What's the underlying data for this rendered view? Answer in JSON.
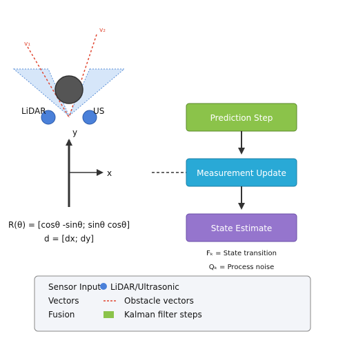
{
  "robot": {
    "lidar_label": "LiDAR",
    "us_label": "US",
    "y_axis_label": "y",
    "x_axis_label": "x",
    "vector_1_label": "v₁",
    "vector_2_label": "v₂"
  },
  "equations": {
    "rotation": "R(θ) = [cosθ -sinθ; sinθ cosθ]",
    "displacement": "d = [dx; dy]"
  },
  "flow": {
    "steps": [
      {
        "label": "Prediction Step",
        "color": "#8bc34a"
      },
      {
        "label": "Measurement Update",
        "color": "#29a9d6"
      },
      {
        "label": "State Estimate",
        "color": "#9575cd"
      }
    ],
    "notes": [
      "Fₖ = State transition",
      "Qₖ = Process noise"
    ]
  },
  "legend": {
    "rows": [
      {
        "key": "Sensor Input",
        "value": "LiDAR/Ultrasonic"
      },
      {
        "key": "Vectors",
        "value": "Obstacle vectors"
      },
      {
        "key": "Fusion",
        "value": "Kalman filter steps"
      }
    ]
  },
  "colors": {
    "sensor": "#4a80d9",
    "robot_body": "#555555",
    "vector": "#e0452f",
    "fov_fill": "#d6e6f9",
    "fov_stroke": "#5b8fd6",
    "axis": "#333333",
    "legend_bg": "#f3f5f9"
  }
}
